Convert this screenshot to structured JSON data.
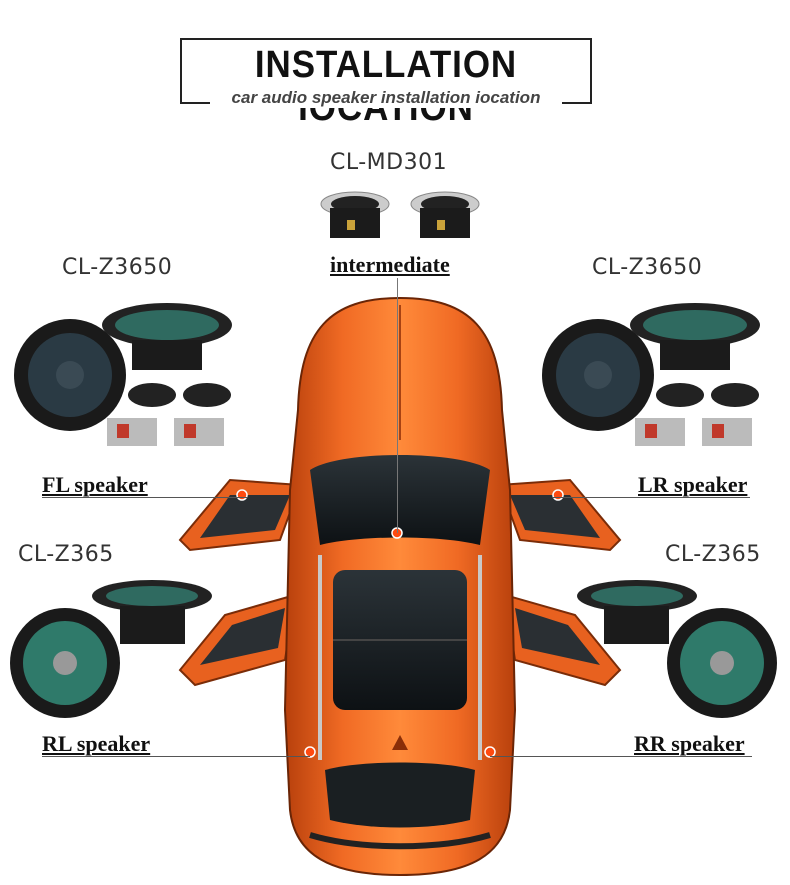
{
  "header": {
    "title": "INSTALLATION  IOCATION",
    "subtitle": "car audio speaker installation iocation"
  },
  "center": {
    "model": "CL-MD301",
    "label": "intermediate"
  },
  "front_left": {
    "model": "CL-Z3650",
    "label": "FL speaker"
  },
  "front_right": {
    "model": "CL-Z3650",
    "label": "LR speaker"
  },
  "rear_left": {
    "model": "CL-Z365",
    "label": "RL speaker"
  },
  "rear_right": {
    "model": "CL-Z365",
    "label": "RR speaker"
  },
  "colors": {
    "car_body": "#e8611f",
    "speaker_cone_dark": "#1f2a30",
    "speaker_cone_green": "#2f7a6a"
  }
}
